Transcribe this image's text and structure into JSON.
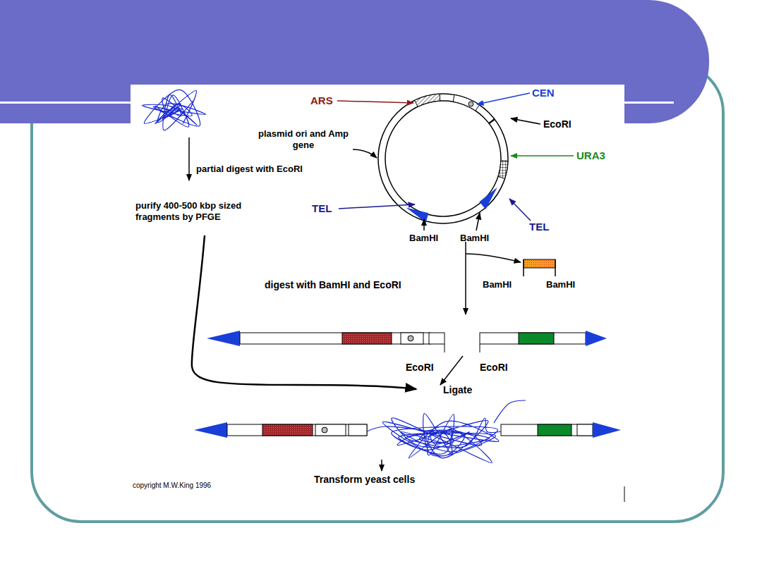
{
  "diagram": {
    "labels": [
      "ARS",
      "CEN",
      "EcoRI",
      "plasmid ori and Amp gene",
      "URA3",
      "partial digest with EcoRI",
      "purify 400-500 kbp sized fragments by PFGE",
      "TEL",
      "TEL",
      "BamHI",
      "BamHI",
      "digest with BamHI and EcoRI",
      "BamHI",
      "BamHI",
      "EcoRI",
      "EcoRI",
      "Ligate",
      "copyright M.W.King 1996",
      "Transform yeast cells"
    ]
  }
}
